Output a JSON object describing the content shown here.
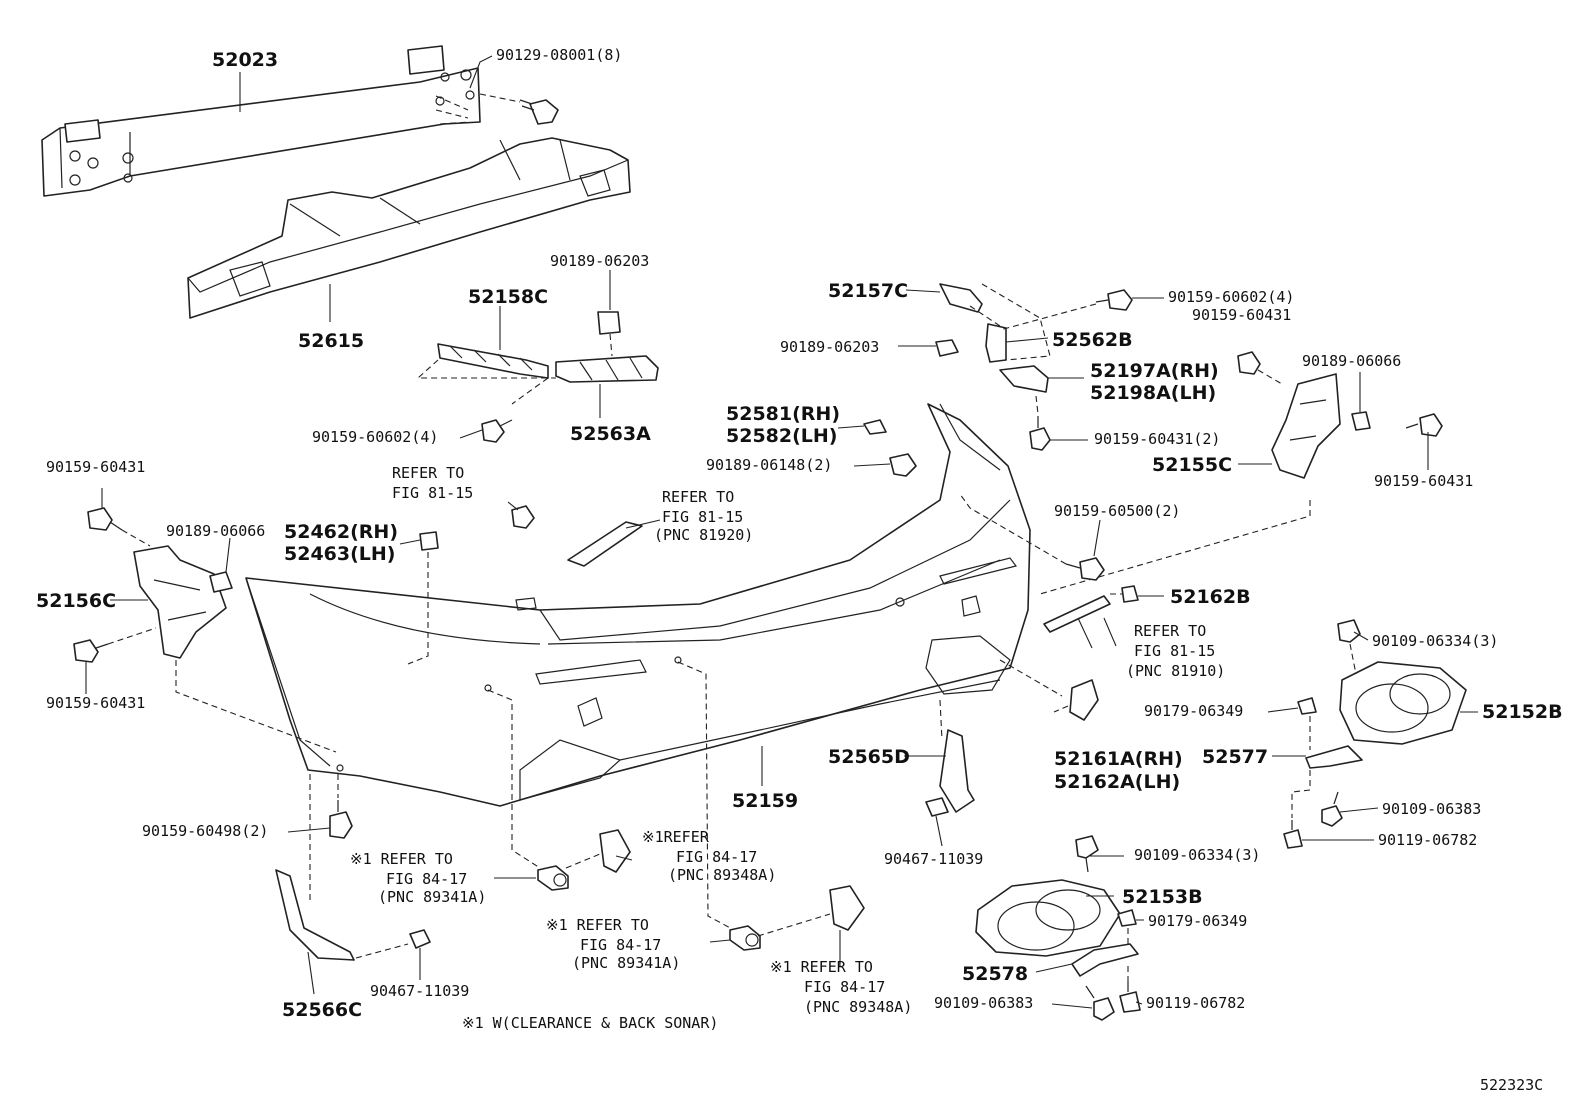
{
  "diagram_code": "522323C",
  "footnote": "※1 W(CLEARANCE & BACK SONAR)",
  "labels": {
    "p52023": "52023",
    "p90129": "90129-08001(8)",
    "p52615": "52615",
    "p90189_06203_a": "90189-06203",
    "p52158C": "52158C",
    "p52563A": "52563A",
    "p90159_60602_a": "90159-60602(4)",
    "p52157C": "52157C",
    "p90159_60602_b": "90159-60602(4)",
    "p90159_60431_t": "90159-60431",
    "p52562B": "52562B",
    "p90189_06203_b": "90189-06203",
    "p52197A": "52197A(RH)",
    "p52198A": "52198A(LH)",
    "p90189_06066_r": "90189-06066",
    "p52581": "52581(RH)",
    "p52582": "52582(LH)",
    "p90159_60431_2": "90159-60431(2)",
    "p90189_06148": "90189-06148(2)",
    "p52155C": "52155C",
    "p90159_60431_r": "90159-60431",
    "p90159_60431_l1": "90159-60431",
    "p90189_06066_l": "90189-06066",
    "p52462": "52462(RH)",
    "p52463": "52463(LH)",
    "p52156C": "52156C",
    "p90159_60431_l2": "90159-60431",
    "p90159_60500": "90159-60500(2)",
    "p52162B": "52162B",
    "p90109_06334_a": "90109-06334(3)",
    "p52152B": "52152B",
    "p90179_06349_a": "90179-06349",
    "p52577": "52577",
    "p90109_06383_a": "90109-06383",
    "p90119_06782_a": "90119-06782",
    "p52565D": "52565D",
    "p52161A": "52161A(RH)",
    "p52162A": "52162A(LH)",
    "p52159": "52159",
    "p90467_11039_a": "90467-11039",
    "p90159_60498": "90159-60498(2)",
    "p90109_06334_b": "90109-06334(3)",
    "p52153B": "52153B",
    "p90179_06349_b": "90179-06349",
    "p52578": "52578",
    "p90109_06383_b": "90109-06383",
    "p90119_06782_b": "90119-06782",
    "p52566C": "52566C",
    "p90467_11039_b": "90467-11039"
  },
  "refers": {
    "r1": {
      "l1": "REFER TO",
      "l2": "FIG 81-15"
    },
    "r2": {
      "l1": "REFER TO",
      "l2": "FIG 81-15",
      "l3": "(PNC 81920)"
    },
    "r3": {
      "l1": "REFER TO",
      "l2": "FIG 81-15",
      "l3": "(PNC 81910)"
    },
    "r4": {
      "l1": "※1 REFER TO",
      "l2": "FIG 84-17",
      "l3": "(PNC 89341A)"
    },
    "r5": {
      "l1": "※1REFER",
      "l2": "FIG 84-17",
      "l3": "(PNC 89348A)"
    },
    "r6": {
      "l1": "※1 REFER TO",
      "l2": "FIG 84-17",
      "l3": "(PNC 89341A)"
    },
    "r7": {
      "l1": "※1 REFER TO",
      "l2": "FIG 84-17",
      "l3": "(PNC 89348A)"
    }
  }
}
